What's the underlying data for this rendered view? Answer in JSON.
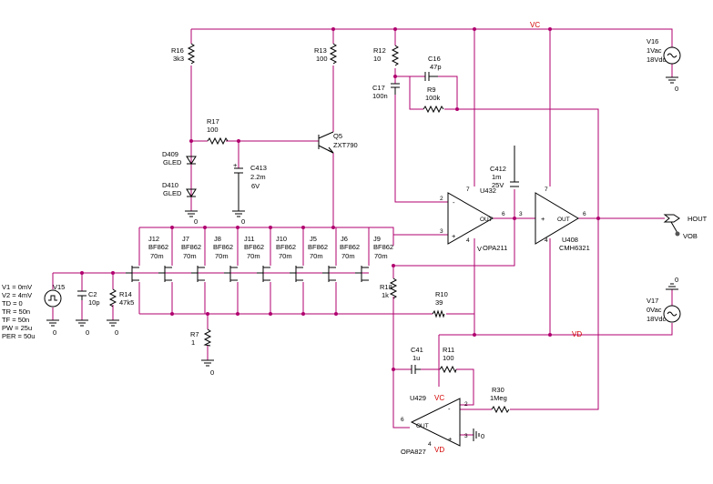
{
  "nets": {
    "vc": "VC",
    "vd": "VD",
    "out": "HOUT",
    "ground": "0"
  },
  "components": {
    "R16": {
      "ref": "R16",
      "val": "3k3"
    },
    "R13": {
      "ref": "R13",
      "val": "100"
    },
    "R12": {
      "ref": "R12",
      "val": "10"
    },
    "C16": {
      "ref": "C16",
      "val": "47p"
    },
    "C17": {
      "ref": "C17",
      "val": "100n"
    },
    "R9": {
      "ref": "R9",
      "val": "100k"
    },
    "R17": {
      "ref": "R17",
      "val": "100"
    },
    "Q5": {
      "ref": "Q5",
      "val": "ZXT790"
    },
    "D409": {
      "ref": "D409",
      "val": "GLED"
    },
    "D410": {
      "ref": "D410",
      "val": "GLED"
    },
    "C413": {
      "ref": "C413",
      "val": "2.2m",
      "val2": "6V"
    },
    "C412": {
      "ref": "C412",
      "val": "1m",
      "val2": "25V"
    },
    "U432": {
      "ref": "U432",
      "val": "OPA211"
    },
    "U408": {
      "ref": "U408",
      "val": "CMH6321"
    },
    "V16": {
      "ref": "V16",
      "val": "1Vac",
      "val2": "18Vdc"
    },
    "V17": {
      "ref": "V17",
      "val": "0Vac",
      "val2": "18Vdc"
    },
    "J12": {
      "ref": "J12",
      "val": "BF862",
      "val2": "70m"
    },
    "J7": {
      "ref": "J7",
      "val": "BF862",
      "val2": "70m"
    },
    "J8": {
      "ref": "J8",
      "val": "BF862",
      "val2": "70m"
    },
    "J11": {
      "ref": "J11",
      "val": "BF862",
      "val2": "70m"
    },
    "J10": {
      "ref": "J10",
      "val": "BF862",
      "val2": "70m"
    },
    "J5": {
      "ref": "J5",
      "val": "BF862",
      "val2": "70m"
    },
    "J6": {
      "ref": "J6",
      "val": "BF862",
      "val2": "70m"
    },
    "J9": {
      "ref": "J9",
      "val": "BF862",
      "val2": "70m"
    },
    "V15": {
      "ref": "V15"
    },
    "C2": {
      "ref": "C2",
      "val": "10p"
    },
    "R14": {
      "ref": "R14",
      "val": "47k5"
    },
    "R7": {
      "ref": "R7",
      "val": "1"
    },
    "R18": {
      "ref": "R18",
      "val": "1k"
    },
    "R10": {
      "ref": "R10",
      "val": "39"
    },
    "C41": {
      "ref": "C41",
      "val": "1u"
    },
    "R11": {
      "ref": "R11",
      "val": "100"
    },
    "R30": {
      "ref": "R30",
      "val": "1Meg"
    },
    "U429": {
      "ref": "U429",
      "val": "OPA827"
    }
  },
  "pulse_source": [
    "V1 = 0mV",
    "V2 = 4mV",
    "TD = 0",
    "TR = 50n",
    "TF = 50n",
    "PW = 25u",
    "PER = 50u"
  ],
  "pins": {
    "plus": "+",
    "minus": "-",
    "out": "OUT",
    "p2": "2",
    "p3": "3",
    "p4": "4",
    "p6": "6",
    "p7": "7",
    "v_prefix": "V",
    "vc_short": "VC",
    "vd_short": "VD",
    "vob": "VOB"
  }
}
